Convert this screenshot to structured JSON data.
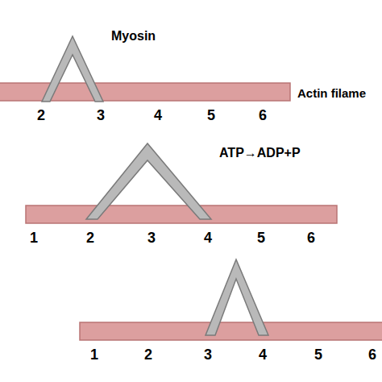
{
  "diagram": {
    "labels": [
      "Myosin",
      "Actin filame",
      "2",
      "3",
      "4",
      "5",
      "6",
      "ATP→ADP+P",
      "1",
      "2",
      "3",
      "4",
      "5",
      "6",
      "1",
      "2",
      "3",
      "4",
      "5",
      "6"
    ]
  }
}
